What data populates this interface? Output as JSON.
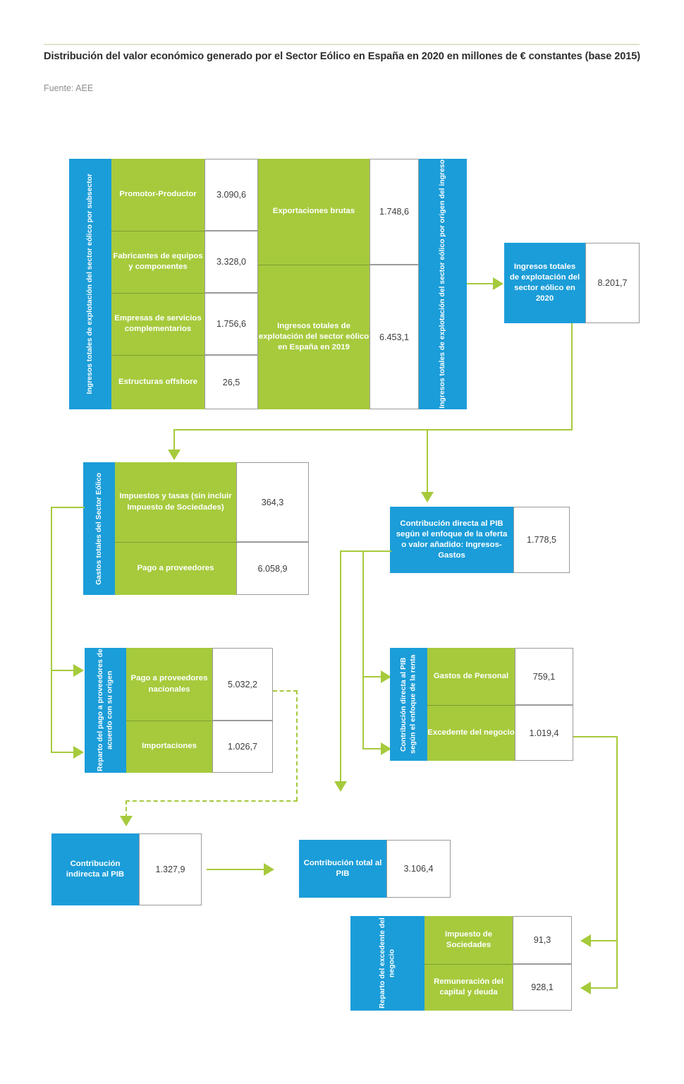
{
  "header": {
    "title": "Distribución del valor económico generado por el Sector Eólico en España en 2020 en millones de € constantes (base 2015)",
    "source": "Fuente: AEE"
  },
  "colors": {
    "blue": "#1b9dd9",
    "green": "#a6ca3c",
    "white": "#ffffff",
    "text_dark": "#3d3d3d"
  },
  "chart_data": {
    "type": "diagram",
    "title": "Distribución del valor económico generado por el Sector Eólico en España en 2020 en millones de € constantes (base 2015)",
    "unit": "millones de € constantes (base 2015)",
    "source": "Fuente: AEE",
    "nodes": [
      {
        "id": "ingresos_subsector",
        "label": "Ingresos totales de explotación del sector eólico por subsector",
        "rows": [
          {
            "label": "Promotor-Productor",
            "value": "3.090,6"
          },
          {
            "label": "Fabricantes de equipos y componentes",
            "value": "3.328,0"
          },
          {
            "label": "Empresas de servicios complementarios",
            "value": "1.756,6"
          },
          {
            "label": "Estructuras offshore",
            "value": "26,5"
          }
        ]
      },
      {
        "id": "ingresos_origen",
        "label": "Ingresos totales de explotación del sector eólico por origen del ingreso",
        "rows": [
          {
            "label": "Exportaciones brutas",
            "value": "1.748,6"
          },
          {
            "label": "Ingresos totales de explotación del sector eólico en España en 2019",
            "value": "6.453,1"
          }
        ]
      },
      {
        "id": "ingresos_totales_2020",
        "label": "Ingresos totales de explotación del sector eólico en 2020",
        "value": "8.201,7"
      },
      {
        "id": "gastos_totales",
        "label": "Gastos totales del Sector Eólico",
        "rows": [
          {
            "label": "Impuestos y tasas (sin incluir Impuesto de Sociedades)",
            "value": "364,3"
          },
          {
            "label": "Pago a proveedores",
            "value": "6.058,9"
          }
        ]
      },
      {
        "id": "pib_oferta",
        "label": "Contribución directa al PIB según el enfoque de la oferta o valor añadido: Ingresos-Gastos",
        "value": "1.778,5"
      },
      {
        "id": "reparto_pago",
        "label": "Reparto del pago a proveedores de acuerdo con su origen",
        "rows": [
          {
            "label": "Pago a proveedores nacionales",
            "value": "5.032,2"
          },
          {
            "label": "Importaciones",
            "value": "1.026,7"
          }
        ]
      },
      {
        "id": "pib_renta",
        "label": "Contribución directa al PIB según el enfoque de la renta",
        "rows": [
          {
            "label": "Gastos de Personal",
            "value": "759,1"
          },
          {
            "label": "Excedente del negocio",
            "value": "1.019,4"
          }
        ]
      },
      {
        "id": "pib_indirecta",
        "label": "Contribución indirecta al PIB",
        "value": "1.327,9"
      },
      {
        "id": "pib_total",
        "label": "Contribución total al PIB",
        "value": "3.106,4"
      },
      {
        "id": "reparto_excedente",
        "label": "Reparto del excedente del negocio",
        "rows": [
          {
            "label": "Impuesto de Sociedades",
            "value": "91,3"
          },
          {
            "label": "Remuneración del capital y deuda",
            "value": "928,1"
          }
        ]
      }
    ],
    "edges": [
      {
        "from": "ingresos_origen",
        "to": "ingresos_totales_2020",
        "style": "solid"
      },
      {
        "from": "ingresos_totales_2020",
        "to": "gastos_totales",
        "style": "solid"
      },
      {
        "from": "ingresos_totales_2020",
        "to": "pib_oferta",
        "style": "solid"
      },
      {
        "from": "gastos_totales",
        "to": "reparto_pago",
        "style": "solid"
      },
      {
        "from": "pib_oferta",
        "to": "pib_renta",
        "style": "solid"
      },
      {
        "from": "pib_oferta",
        "to": "pib_total",
        "style": "solid"
      },
      {
        "from": "reparto_pago",
        "to": "pib_indirecta",
        "style": "dashed"
      },
      {
        "from": "pib_indirecta",
        "to": "pib_total",
        "style": "solid"
      },
      {
        "from": "pib_renta",
        "to": "reparto_excedente",
        "style": "solid"
      }
    ]
  }
}
